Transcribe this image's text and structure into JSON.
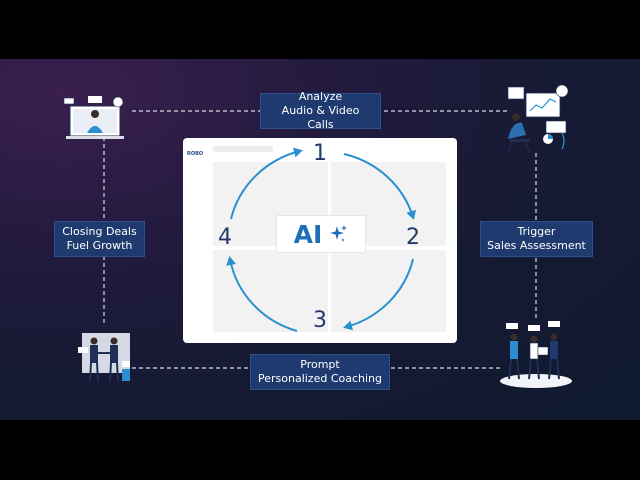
{
  "steps": [
    {
      "number": "1",
      "title_line1": "Analyze",
      "title_line2": "Audio & Video Calls"
    },
    {
      "number": "2",
      "title_line1": "Trigger",
      "title_line2": "Sales Assessment"
    },
    {
      "number": "3",
      "title_line1": "Prompt",
      "title_line2": "Personalized Coaching"
    },
    {
      "number": "4",
      "title_line1": "Closing Deals",
      "title_line2": "Fuel Growth"
    }
  ],
  "center": {
    "ai_label": "AI",
    "sparkle_icon": "sparkle-icon"
  },
  "card": {
    "logo": "ROBO"
  },
  "colors": {
    "arrow": "#2a8fd0",
    "label_bg": "#1f3a6e",
    "ai_text": "#1f6fb8",
    "numbers": "#233a6b"
  },
  "illustrations": [
    "video-call-icon",
    "analytics-desk-icon",
    "team-meeting-icon",
    "handshake-deal-icon"
  ]
}
